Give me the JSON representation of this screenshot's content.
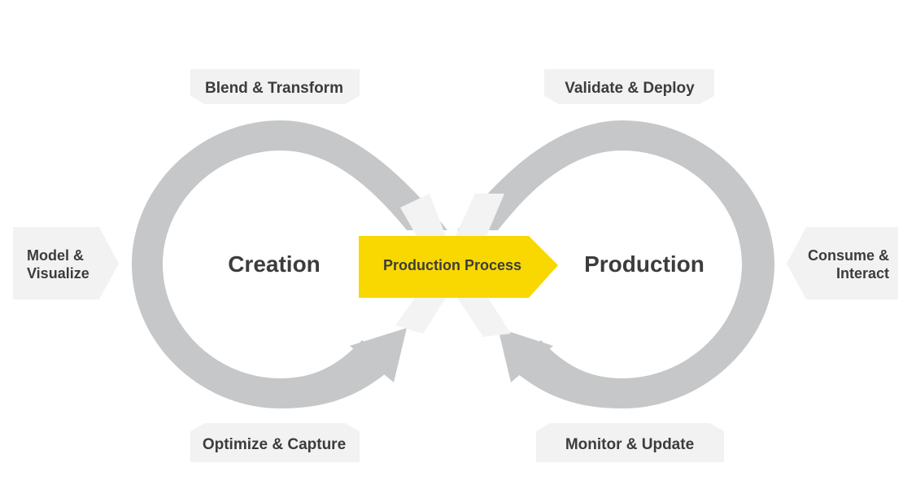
{
  "colors": {
    "loop": "#c5c7c9",
    "crossing": "#f3f3f3",
    "label_bg": "#f2f2f2",
    "process_box": "#f8d800",
    "text": "#3c3c3c"
  },
  "loops": {
    "left_title": "Creation",
    "right_title": "Production"
  },
  "process": {
    "label": "Production Process"
  },
  "stages": {
    "top_left": "Blend & Transform",
    "top_right": "Validate & Deploy",
    "bottom_left": "Optimize & Capture",
    "bottom_right": "Monitor & Update",
    "left_line1": "Model &",
    "left_line2": "Visualize",
    "right_line1": "Consume &",
    "right_line2": "Interact"
  }
}
